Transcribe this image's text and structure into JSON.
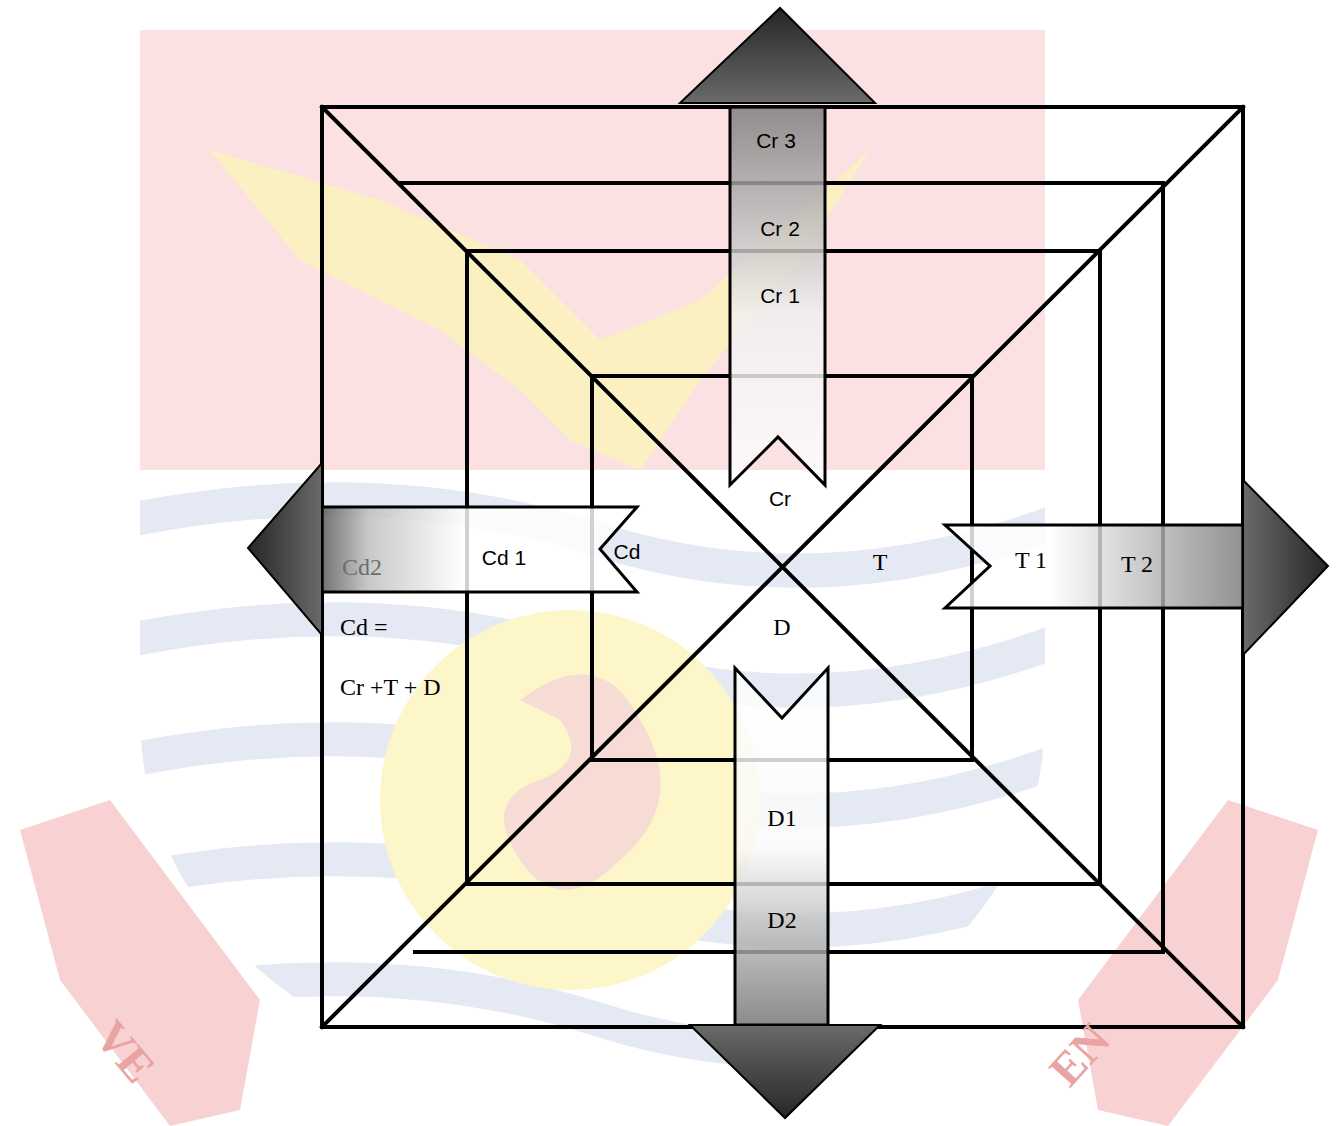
{
  "diagram": {
    "nodes": [
      {
        "text": [
          "Cr 3",
          "Cr 2",
          "Cr 1"
        ]
      },
      {
        "text": [
          "Cd2",
          "Cd 1",
          "Cd"
        ]
      },
      {
        "text": [
          "T 1",
          "T 2"
        ]
      },
      {
        "text": [
          "D1",
          "D2"
        ]
      }
    ],
    "labels": [
      "Cr",
      "T",
      "D",
      "Cd =",
      "Cr +T + D",
      "VE",
      "EN"
    ]
  }
}
